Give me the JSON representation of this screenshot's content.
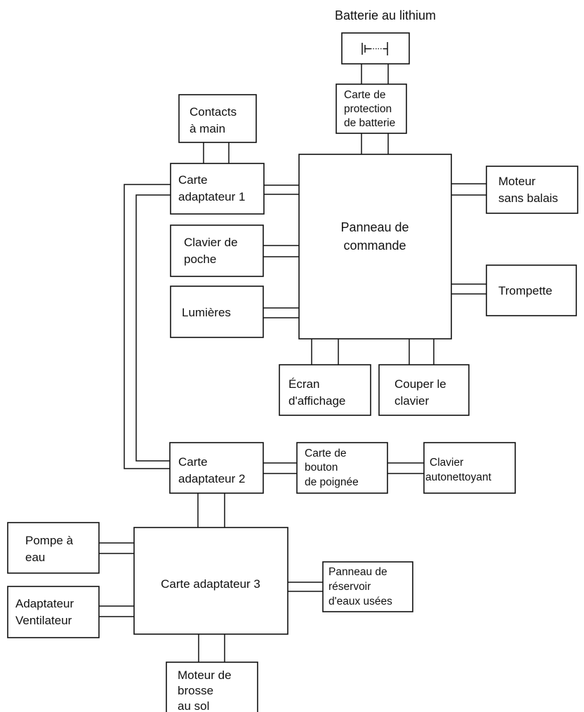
{
  "battery_label": "Batterie au lithium",
  "blocks": {
    "battery_protection": [
      "Carte de",
      "protection",
      "de batterie"
    ],
    "hand_contacts": [
      "Contacts",
      "à main"
    ],
    "adapter_board_1": [
      "Carte",
      "adaptateur 1"
    ],
    "control_panel": [
      "Panneau de",
      "commande"
    ],
    "brushless_motor": [
      "Moteur",
      "sans balais"
    ],
    "pocket_keypad": [
      "Clavier de",
      "poche"
    ],
    "lights": [
      "Lumières"
    ],
    "horn": [
      "Trompette"
    ],
    "display_screen": [
      "Écran",
      "d'affichage"
    ],
    "cut_keypad": [
      "Couper le",
      "clavier"
    ],
    "adapter_board_2": [
      "Carte",
      "adaptateur 2"
    ],
    "handle_button_board": [
      "Carte de",
      "bouton",
      "de poignée"
    ],
    "self_cleaning_keypad": [
      "Clavier",
      "autonettoyant"
    ],
    "water_pump": [
      "Pompe à",
      "eau"
    ],
    "adapter_board_3": [
      "Carte adaptateur 3"
    ],
    "waste_tank_panel": [
      "Panneau de",
      "réservoir",
      "d'eaux usées"
    ],
    "fan_adapter": [
      "Adaptateur",
      "Ventilateur"
    ],
    "floor_brush_motor": [
      "Moteur de",
      "brosse",
      "au sol"
    ]
  }
}
